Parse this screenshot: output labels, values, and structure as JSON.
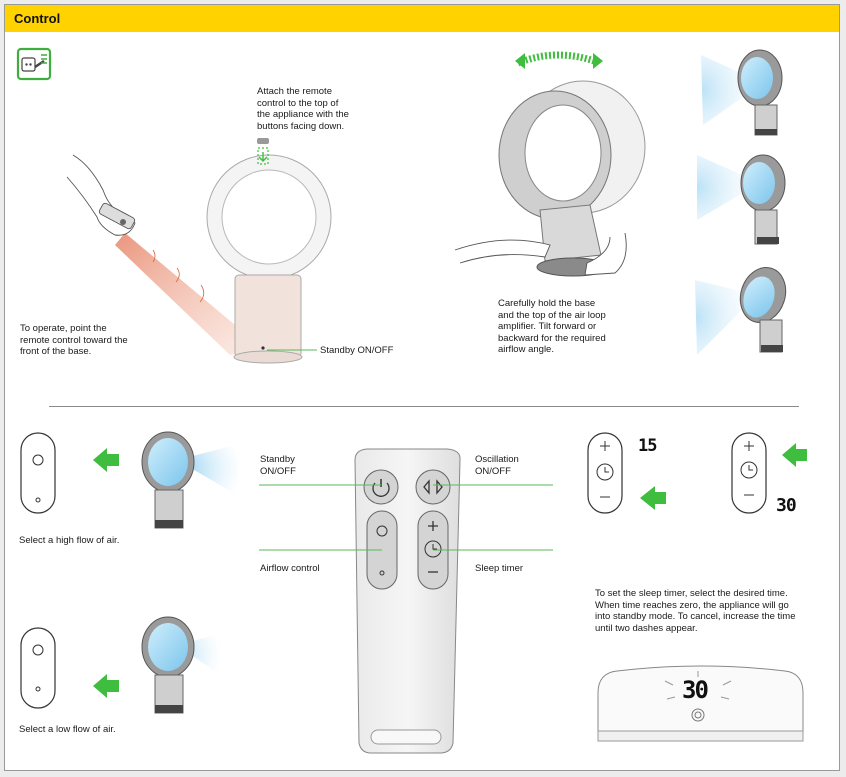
{
  "header": {
    "title": "Control"
  },
  "top": {
    "attach_text": "Attach the remote control to the top of the appliance with the buttons facing down.",
    "point_text": "To operate, point the remote control toward the front of the base.",
    "standby_callout": "Standby ON/OFF",
    "tilt_text": "Carefully hold the base and the top of the air loop amplifier. Tilt forward or backward for the required airflow angle."
  },
  "airflow": {
    "high_caption": "Select a high flow of air.",
    "low_caption": "Select a low flow of air."
  },
  "remote_labels": {
    "standby": "Standby ON/OFF",
    "oscillation": "Oscillation ON/OFF",
    "airflow": "Airflow control",
    "sleep": "Sleep timer"
  },
  "timer": {
    "display_1": "15",
    "display_2": "30",
    "display_3": "30",
    "description": "To set the sleep timer, select the desired time. When time reaches zero, the appliance will go into standby mode. To cancel, increase the time until two dashes appear."
  },
  "colors": {
    "header": "#ffd200",
    "arrow_green": "#3fbd3f",
    "callout_line": "#5ab85a",
    "airflow_blue": "#9fd6f2"
  }
}
